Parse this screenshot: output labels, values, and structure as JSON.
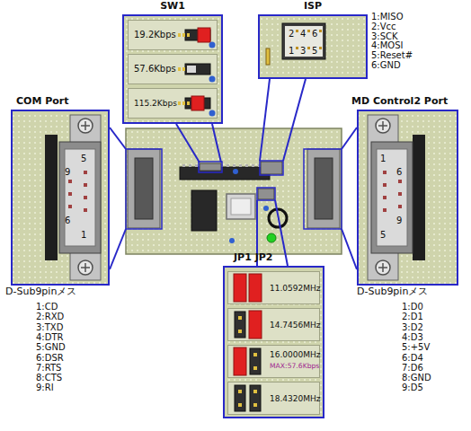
{
  "diagram": {
    "nodes": [
      {
        "text": [
          "SW1"
        ]
      },
      {
        "text": [
          "19.2Kbps"
        ],
        "in": 0
      },
      {
        "text": [
          "57.6Kbps"
        ],
        "in": 0
      },
      {
        "text": [
          "115.2Kbps"
        ],
        "in": 0
      },
      {
        "text": [
          "ISP"
        ]
      },
      {
        "text": [
          "COM Port",
          "D-Sub9pinメス"
        ]
      },
      {
        "text": [
          "MD Control2 Port",
          "D-Sub9pinメス"
        ]
      },
      {
        "text": [
          "JP1 JP2"
        ]
      },
      {
        "text": [
          "11.0592MHz"
        ],
        "in": 7
      },
      {
        "text": [
          "14.7456MHz"
        ],
        "in": 7
      },
      {
        "text": [
          "16.0000MHz",
          "MAX:57.6Kbps"
        ],
        "in": 7
      },
      {
        "text": [
          "18.4320MHz"
        ],
        "in": 7
      }
    ],
    "labels": [
      "2",
      "4",
      "6",
      "1",
      "3",
      "5",
      "1:MISO",
      "2:Vcc",
      "3:SCK",
      "4:MOSI",
      "5:Reset#",
      "6:GND",
      "5",
      "9",
      "6",
      "1",
      "1:CD",
      "2:RXD",
      "3:TXD",
      "4:DTR",
      "5:GND",
      "6:DSR",
      "7:RTS",
      "8:CTS",
      "9:RI",
      "1",
      "6",
      "9",
      "5",
      "1:D0",
      "2:D1",
      "3:D2",
      "4:D3",
      "5:+5V",
      "6:D4",
      "7:D6",
      "8:GND",
      "9:D5"
    ]
  }
}
